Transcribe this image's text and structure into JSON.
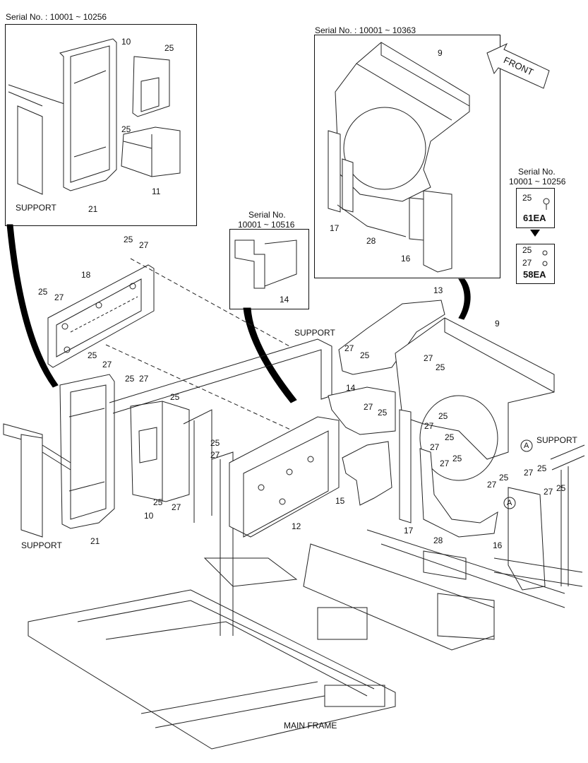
{
  "serials": {
    "topleft": "Serial No. : 10001 ~ 10256",
    "topright": "Serial No. : 10001 ~ 10363",
    "middle_line1": "Serial No.",
    "middle_line2": "10001 ~ 10516",
    "right_line1": "Serial No.",
    "right_line2": "10001 ~ 10256"
  },
  "labels": {
    "support": "SUPPORT",
    "main_frame": "MAIN FRAME",
    "front": "FRONT",
    "qty_61": "61EA",
    "qty_58": "58EA",
    "circle_a": "A"
  },
  "parts": {
    "p9": "9",
    "p10": "10",
    "p11": "11",
    "p12": "12",
    "p13": "13",
    "p14": "14",
    "p15": "15",
    "p16": "16",
    "p17": "17",
    "p18": "18",
    "p21": "21",
    "p25": "25",
    "p27": "27",
    "p28": "28"
  }
}
